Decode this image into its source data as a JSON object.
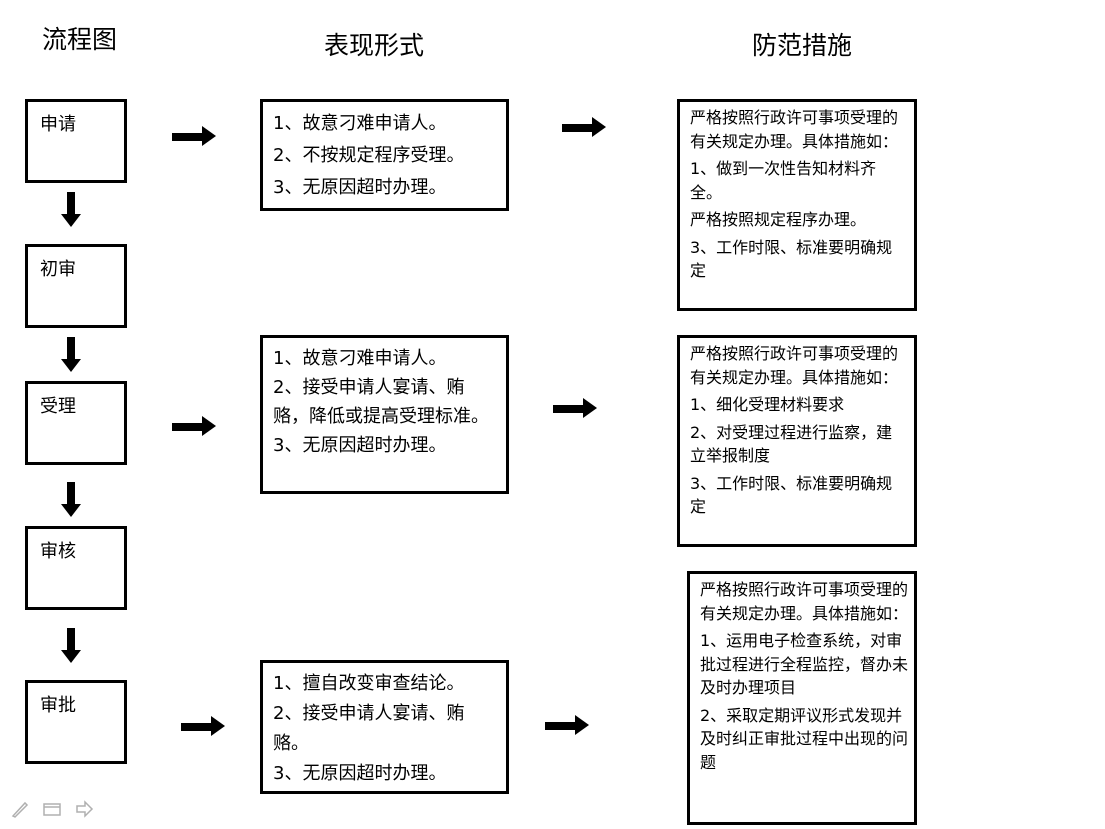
{
  "headers": {
    "flow": "流程图",
    "manifestation": "表现形式",
    "prevention": "防范措施"
  },
  "steps": [
    "申请",
    "初审",
    "受理",
    "审核",
    "审批"
  ],
  "issues": [
    [
      "1、故意刁难申请人。",
      "2、不按规定程序受理。",
      "3、无原因超时办理。"
    ],
    [
      "1、故意刁难申请人。",
      "2、接受申请人宴请、贿赂，降低或提高受理标准。",
      "3、无原因超时办理。"
    ],
    [
      "1、擅自改变审查结论。",
      "2、接受申请人宴请、贿赂。",
      "3、无原因超时办理。"
    ]
  ],
  "measures": [
    [
      "严格按照行政许可事项受理的有关规定办理。具体措施如：",
      "1、做到一次性告知材料齐全。",
      "严格按照规定程序办理。",
      "3、工作时限、标准要明确规定"
    ],
    [
      "严格按照行政许可事项受理的有关规定办理。具体措施如：",
      "1、细化受理材料要求",
      "2、对受理过程进行监察，建立举报制度",
      "3、工作时限、标准要明确规定"
    ],
    [
      "严格按照行政许可事项受理的有关规定办理。具体措施如：",
      "1、运用电子检查系统，对审批过程进行全程监控，督办未及时办理项目",
      "2、采取定期评议形式发现并及时纠正审批过程中出现的问题"
    ]
  ],
  "toolbar_icons": [
    "pen-icon",
    "slide-icon",
    "next-arrow-icon"
  ]
}
